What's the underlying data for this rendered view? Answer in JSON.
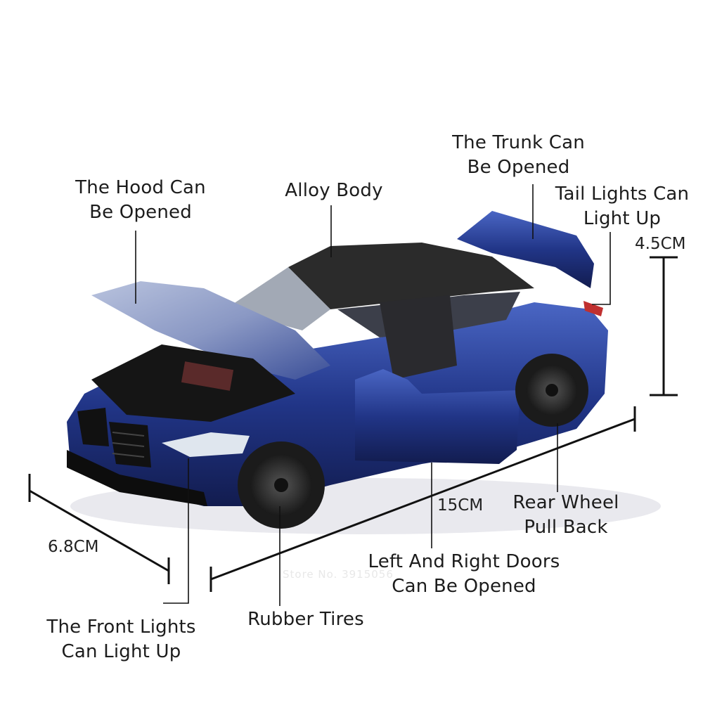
{
  "callouts": {
    "hood": "The Hood Can\nBe Opened",
    "alloy": "Alloy Body",
    "trunk": "The Trunk Can\nBe Opened",
    "tail_lights": "Tail Lights Can\nLight Up",
    "rear_wheel": "Rear Wheel\nPull Back",
    "doors": "Left And Right Doors\nCan Be Opened",
    "tires": "Rubber Tires",
    "front_lights": "The Front Lights\nCan Light Up"
  },
  "dimensions": {
    "height": "4.5CM",
    "length": "15CM",
    "width": "6.8CM"
  },
  "watermark": "Store No. 3915056",
  "colors": {
    "body": "#1e2f7a",
    "body_highlight": "#3a55b0",
    "roof": "#2a2a2a",
    "tire": "#1b1b1b",
    "rim": "#2d2d2d",
    "line": "#111111"
  }
}
